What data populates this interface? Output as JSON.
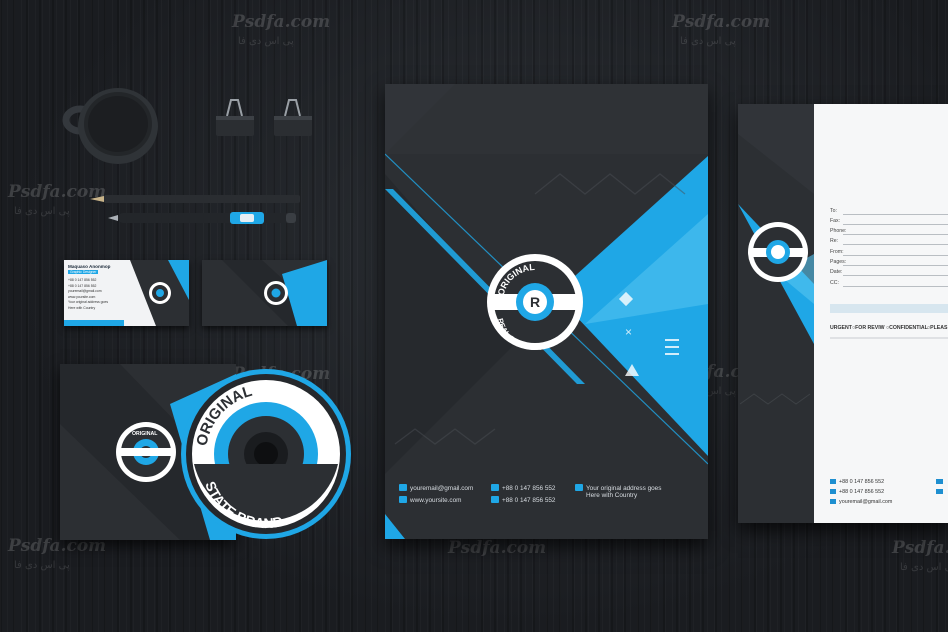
{
  "watermark": {
    "text": "Psdfa.com",
    "subtext": "پی اس دی فا"
  },
  "brand": {
    "top_word": "ORIGINAL",
    "bottom_word": "REAL STATE BRAND",
    "letter": "R",
    "accent": "#1fa7e6",
    "dark": "#2c2f33"
  },
  "folder": {
    "email": "youremail@gmail.com",
    "website": "www.yoursite.com",
    "phone_1": "+88 0 147 856 552",
    "phone_2": "+88 0 147 856 552",
    "address_1": "Your original address goes",
    "address_2": "Here with Country"
  },
  "letterhead": {
    "fields": [
      "To:",
      "Fax:",
      "Phone:",
      "Re:",
      "From:",
      "Pages:",
      "Date:",
      "CC:"
    ],
    "checks": [
      "URGENT",
      "FOR REVIW",
      "CONFIDENTIAL",
      "PLEAS"
    ],
    "phone_1": "+88 0 147 856 552",
    "phone_2": "+88 0 147 856 552",
    "email": "youremail@gmail.com"
  },
  "business_card": {
    "name": "Maquaso Anonmop",
    "title": "Graphic Designer",
    "lines": [
      "+88 0 147 856 552",
      "+88 0 147 856 552",
      "youremail@gmail.com",
      "www.yoursite.com",
      "Your original address goes",
      "Here with Country"
    ]
  },
  "cd": {
    "top_word": "ORIGINAL",
    "bottom_word": "STATE BRAND"
  }
}
